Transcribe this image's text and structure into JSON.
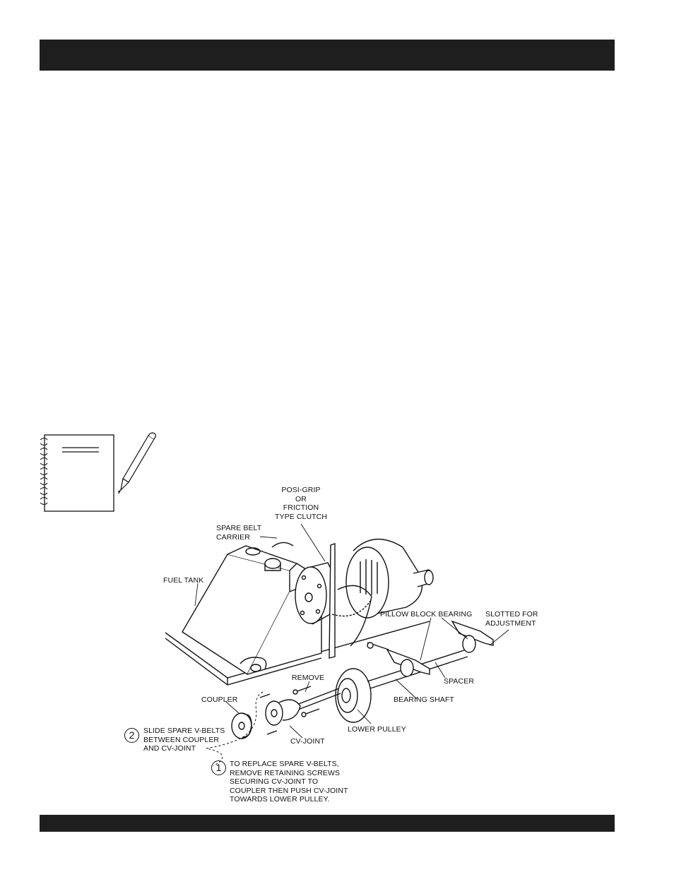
{
  "labels": {
    "posi_grip": "POSI-GRIP",
    "or": "OR",
    "friction": "FRICTION",
    "type_clutch": "TYPE CLUTCH",
    "spare_belt": "SPARE BELT",
    "carrier": "CARRIER",
    "fuel_tank": "FUEL TANK",
    "pillow_block_bearing": "PILLOW BLOCK BEARING",
    "slotted_for": "SLOTTED FOR",
    "adjustment": "ADJUSTMENT",
    "remove": "REMOVE",
    "spacer": "SPACER",
    "coupler": "COUPLER",
    "bearing_shaft": "BEARING SHAFT",
    "lower_pulley": "LOWER PULLEY",
    "cv_joint": "CV-JOINT"
  },
  "callouts": {
    "step2_number": "2",
    "step2_lines": [
      "SLIDE SPARE V-BELTS",
      "BETWEEN COUPLER",
      "AND CV-JOINT"
    ],
    "step1_number": "1",
    "step1_lines": [
      "TO REPLACE SPARE V-BELTS,",
      "REMOVE RETAINING SCREWS",
      "SECURING CV-JOINT TO",
      "COUPLER THEN PUSH CV-JOINT",
      "TOWARDS LOWER PULLEY."
    ]
  },
  "icons": [
    "notepad-icon",
    "pencil-icon"
  ],
  "colors": {
    "bar": "#1e1e1e",
    "ink": "#111111",
    "page": "#ffffff"
  }
}
